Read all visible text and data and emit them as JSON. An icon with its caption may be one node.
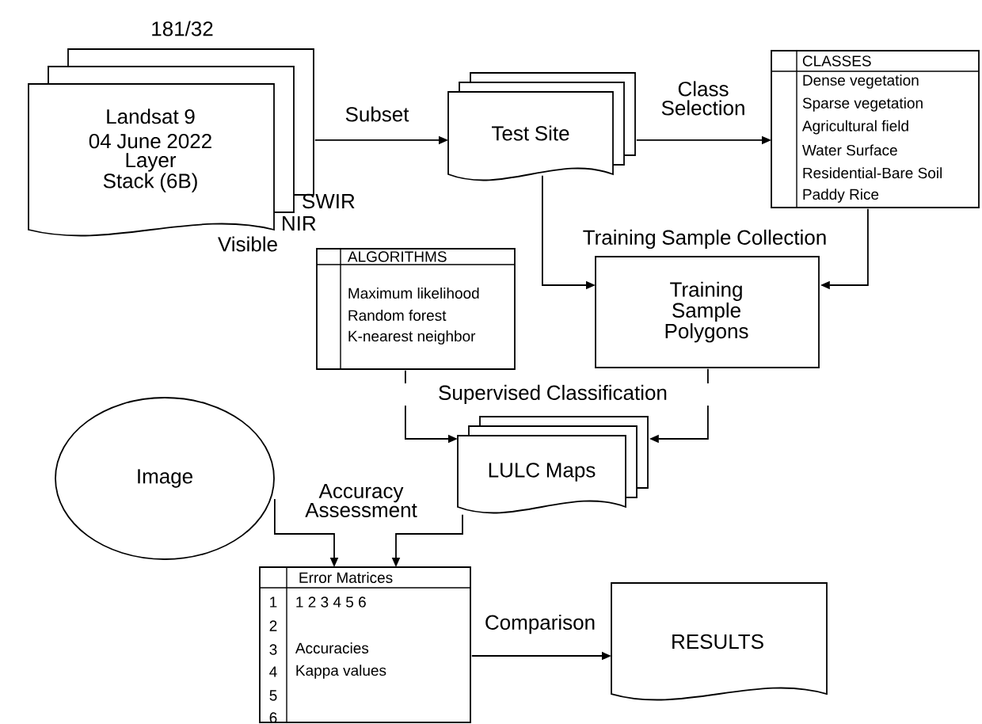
{
  "diagram": {
    "nodes": [
      {
        "text": [
          "Landsat 9",
          "04 June 2022",
          "Layer Stack (6B)"
        ],
        "beside": [
          "181/32",
          "SWIR",
          "NIR",
          "Visible"
        ]
      },
      {
        "text": [
          "Test Site"
        ]
      },
      {
        "text": [
          "CLASSES",
          "Dense vegetation",
          "Sparse vegetation",
          "Agricultural field",
          "Water Surface",
          "Residential-Bare  Soil",
          "Paddy Rice"
        ]
      },
      {
        "text": [
          "ALGORITHMS",
          "Maximum likelihood",
          "Random forest",
          "K-nearest neighbor"
        ]
      },
      {
        "text": [
          "Training Sample Polygons"
        ]
      },
      {
        "text": [
          "LULC Maps"
        ]
      },
      {
        "text": [
          "Image"
        ]
      },
      {
        "text": [
          "Error Matrices",
          "1",
          "2",
          "3",
          "4",
          "5",
          "6",
          "1  2  3  4  5  6",
          "Accuracies",
          "Kappa values"
        ]
      },
      {
        "text": [
          "RESULTS"
        ]
      }
    ],
    "edges": [
      {
        "from": 0,
        "to": 1,
        "arrow": "to",
        "label": "Subset"
      },
      {
        "from": 1,
        "to": 2,
        "arrow": "to",
        "label": "Class Selection"
      },
      {
        "from": 1,
        "to": 4,
        "arrow": "to"
      },
      {
        "from": 2,
        "to": 4,
        "arrow": "to"
      },
      {
        "from": 3,
        "to": 5,
        "arrow": "to"
      },
      {
        "from": 4,
        "to": 5,
        "arrow": "to"
      },
      {
        "from": 6,
        "to": 7,
        "arrow": "to"
      },
      {
        "from": 5,
        "to": 7,
        "arrow": "to"
      },
      {
        "from": 7,
        "to": 8,
        "arrow": "to",
        "label": "Comparison"
      }
    ],
    "labels": [
      "Training Sample Collection",
      "Supervised Classification",
      "Accuracy Assessment"
    ]
  }
}
